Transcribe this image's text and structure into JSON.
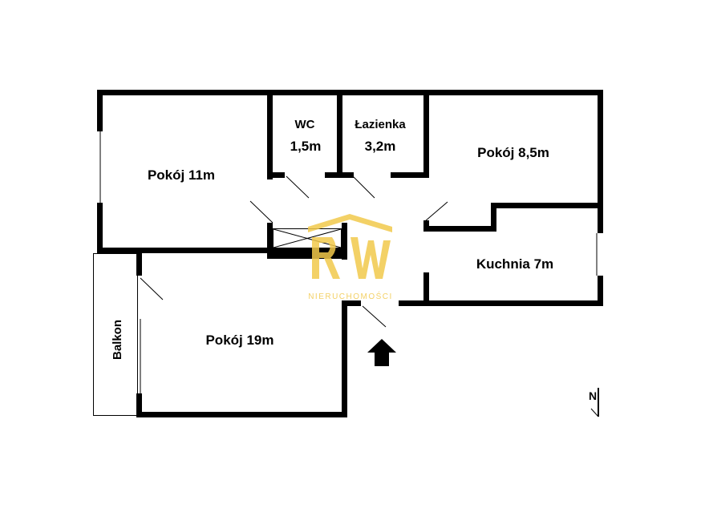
{
  "rooms": {
    "pokoj_11": "Pokój 11m",
    "wc_name": "WC",
    "wc_area": "1,5m",
    "lazienka_name": "Łazienka",
    "lazienka_area": "3,2m",
    "pokoj_8_5": "Pokój 8,5m",
    "kuchnia": "Kuchnia 7m",
    "pokoj_19": "Pokój 19m",
    "balkon": "Balkon"
  },
  "compass": {
    "north_label": "N"
  },
  "watermark": {
    "text": "NIERUCHOMOŚCI",
    "color": "#f2c94c"
  },
  "icons": {
    "entrance": "entrance-arrow-icon",
    "north": "north-arrow-icon"
  }
}
